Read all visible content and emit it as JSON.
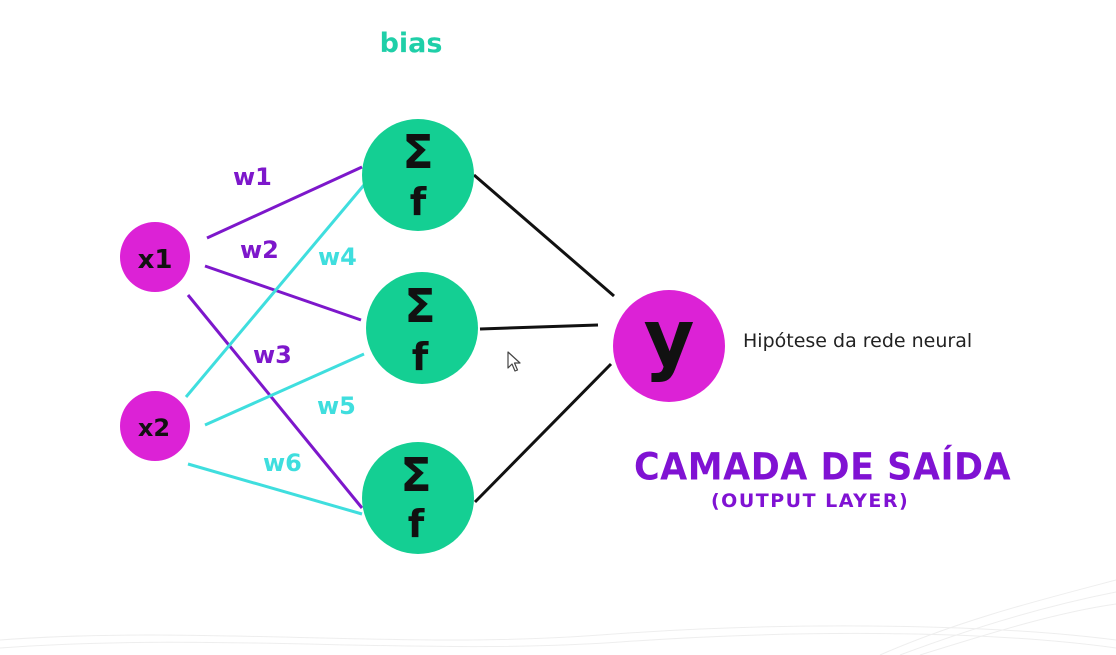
{
  "colors": {
    "input_node": "#dc22d6",
    "hidden_node": "#14cf93",
    "output_node": "#dc22d6",
    "w_purple": "#7d17cb",
    "w_cyan": "#3fdede",
    "bias_text": "#1fcfa8",
    "to_output_line": "#111111",
    "title": "#8012d3",
    "node_text": "#111111"
  },
  "labels": {
    "bias": "bias",
    "inputs": [
      "x1",
      "x2"
    ],
    "sum_symbol": "Σ",
    "activation": "f",
    "output": "y",
    "hypothesis": "Hipótese da rede neural",
    "layer_title": "CAMADA DE SAÍDA",
    "layer_subtitle": "(OUTPUT LAYER)"
  },
  "weights": [
    {
      "name": "w1",
      "from": "x1",
      "to": "h1",
      "color": "w_purple"
    },
    {
      "name": "w2",
      "from": "x1",
      "to": "h2",
      "color": "w_purple"
    },
    {
      "name": "w3",
      "from": "x1",
      "to": "h3",
      "color": "w_purple"
    },
    {
      "name": "w4",
      "from": "x2",
      "to": "h1",
      "color": "w_cyan"
    },
    {
      "name": "w5",
      "from": "x2",
      "to": "h2",
      "color": "w_cyan"
    },
    {
      "name": "w6",
      "from": "x2",
      "to": "h3",
      "color": "w_cyan"
    }
  ]
}
